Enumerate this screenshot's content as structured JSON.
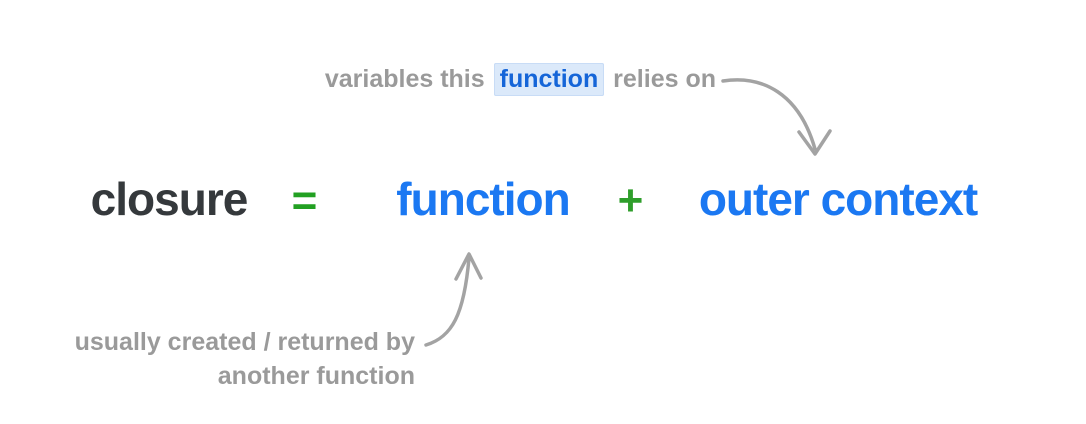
{
  "diagram": {
    "title_concept": "closure",
    "equation": {
      "term_closure": "closure",
      "equals_sign": "=",
      "term_function": "function",
      "plus_sign": "+",
      "term_outer_context": "outer context"
    },
    "top_annotation": {
      "prefix": "variables this",
      "highlighted_word": "function",
      "suffix": "relies on"
    },
    "bottom_annotation": {
      "line1": "usually created / returned by",
      "line2": "another function"
    },
    "icons": {
      "top_arrow": "curved-arrow-down",
      "bottom_arrow": "curved-arrow-up"
    },
    "colors": {
      "background": "#ffffff",
      "dark_text": "#35393c",
      "gray_text": "#9a9a9a",
      "arrow_gray": "#a3a3a3",
      "equation_blue": "#1b78f2",
      "annotation_blue": "#1565d8",
      "highlight_background": "#dbe9fa",
      "green": "#22a022"
    }
  }
}
